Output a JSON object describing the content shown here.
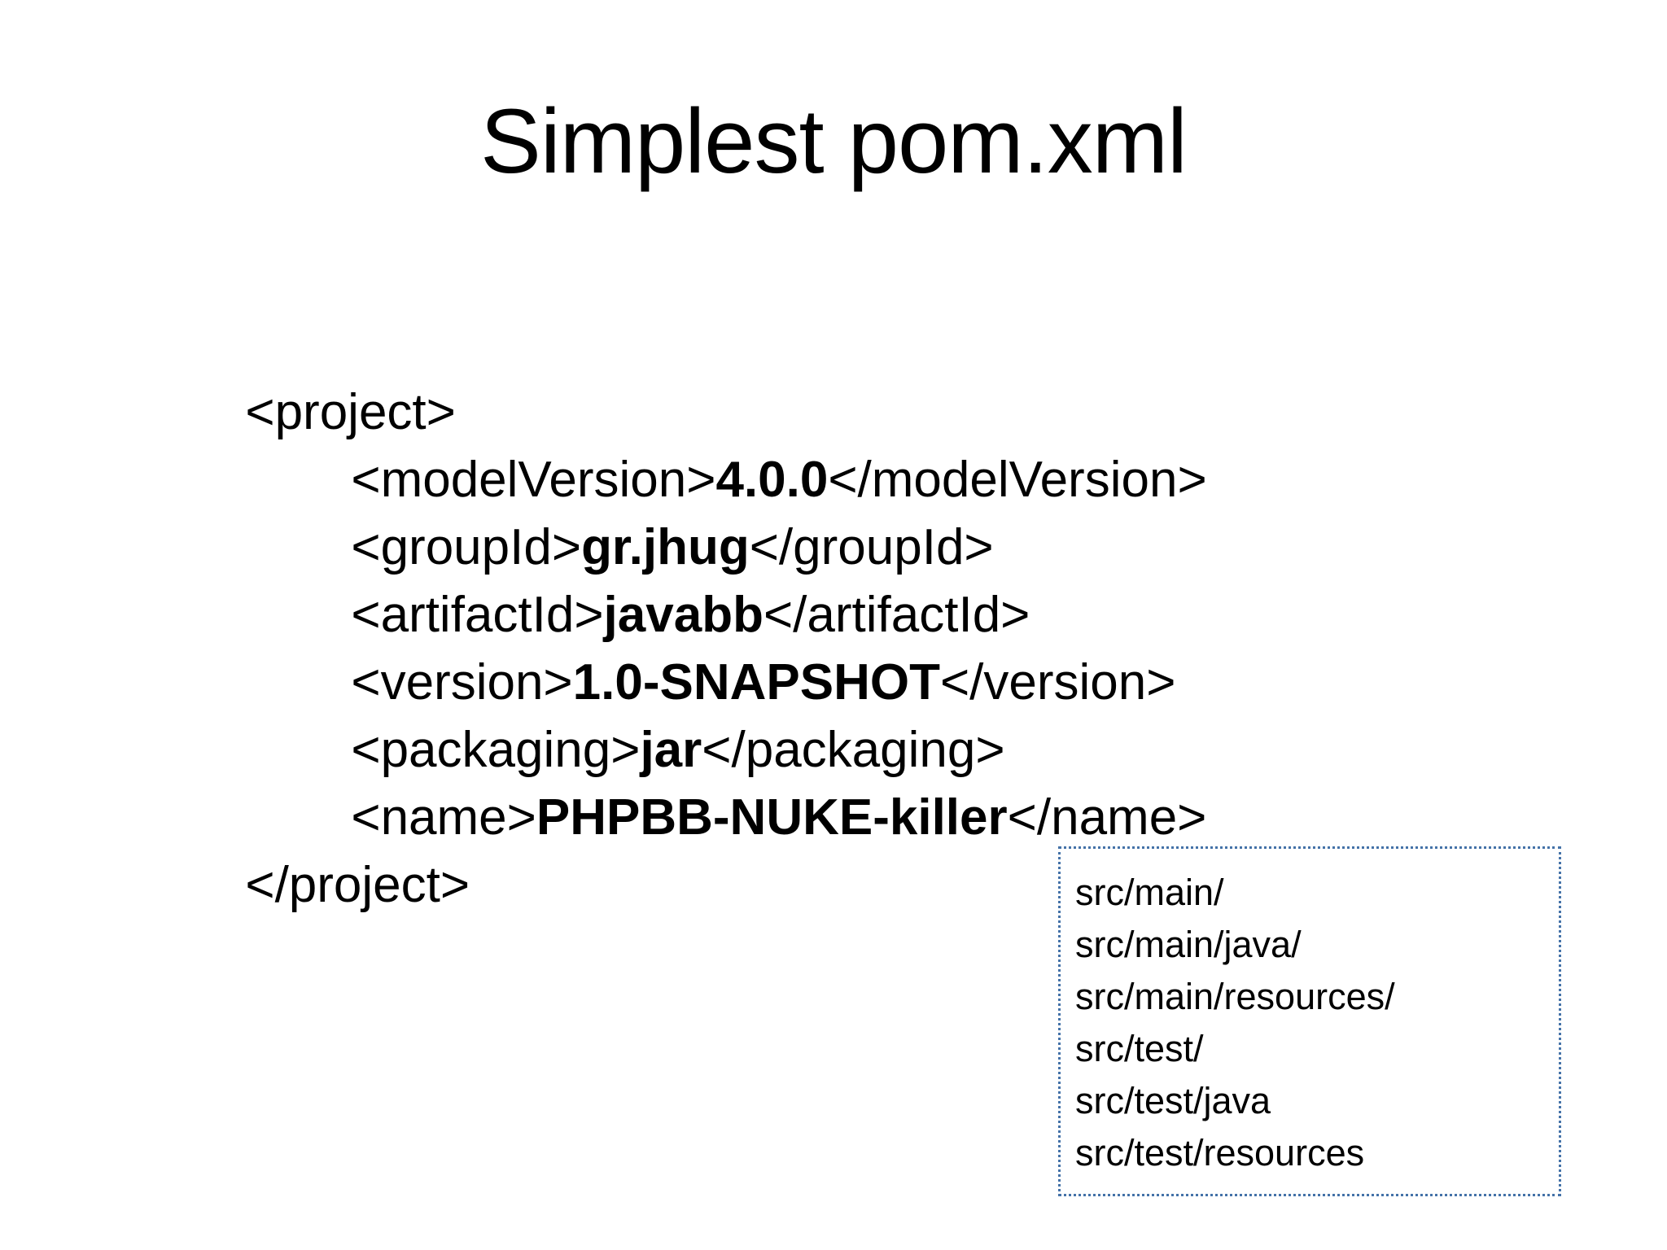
{
  "slide": {
    "title": "Simplest pom.xml",
    "background_color": "#ffffff",
    "text_color": "#000000"
  },
  "code_block": {
    "language": "xml",
    "lines": [
      {
        "indent": 0,
        "tag_open": "<project>",
        "value": "",
        "tag_close": ""
      },
      {
        "indent": 1,
        "tag_open": "<modelVersion>",
        "value": "4.0.0",
        "tag_close": "</modelVersion>"
      },
      {
        "indent": 1,
        "tag_open": "<groupId>",
        "value": "gr.jhug",
        "tag_close": "</groupId>"
      },
      {
        "indent": 1,
        "tag_open": "<artifactId>",
        "value": "javabb",
        "tag_close": "</artifactId>"
      },
      {
        "indent": 1,
        "tag_open": "<version>",
        "value": "1.0-SNAPSHOT",
        "tag_close": "</version>"
      },
      {
        "indent": 1,
        "tag_open": "<packaging>",
        "value": "jar",
        "tag_close": "</packaging>"
      },
      {
        "indent": 1,
        "tag_open": "<name>",
        "value": "PHPBB-NUKE-killer",
        "tag_close": "</name>"
      },
      {
        "indent": 0,
        "tag_open": "</project>",
        "value": "",
        "tag_close": ""
      }
    ]
  },
  "dir_box": {
    "border_color": "#4472a8",
    "border_style": "dotted",
    "paths": [
      "src/main/",
      "src/main/java/",
      "src/main/resources/",
      "src/test/",
      "src/test/java",
      "src/test/resources"
    ]
  }
}
